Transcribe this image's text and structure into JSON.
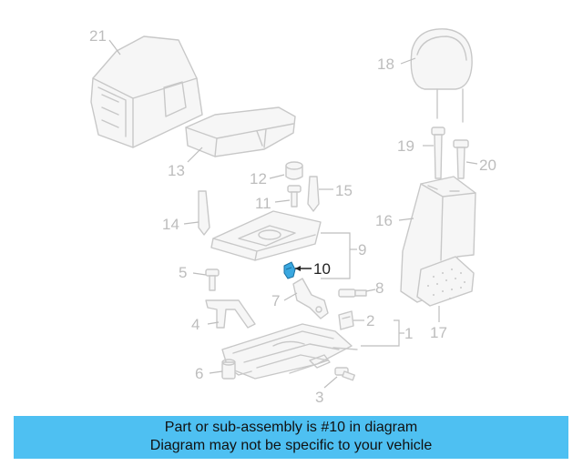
{
  "diagram": {
    "callouts": [
      {
        "id": "21",
        "label": "21"
      },
      {
        "id": "13",
        "label": "13"
      },
      {
        "id": "18",
        "label": "18"
      },
      {
        "id": "19",
        "label": "19"
      },
      {
        "id": "20",
        "label": "20"
      },
      {
        "id": "12",
        "label": "12"
      },
      {
        "id": "11",
        "label": "11"
      },
      {
        "id": "15",
        "label": "15"
      },
      {
        "id": "14",
        "label": "14"
      },
      {
        "id": "16",
        "label": "16"
      },
      {
        "id": "9",
        "label": "9"
      },
      {
        "id": "10",
        "label": "10"
      },
      {
        "id": "5",
        "label": "5"
      },
      {
        "id": "8",
        "label": "8"
      },
      {
        "id": "7",
        "label": "7"
      },
      {
        "id": "17",
        "label": "17"
      },
      {
        "id": "4",
        "label": "4"
      },
      {
        "id": "2",
        "label": "2"
      },
      {
        "id": "1",
        "label": "1"
      },
      {
        "id": "6",
        "label": "6"
      },
      {
        "id": "3",
        "label": "3"
      }
    ],
    "highlight_color": "#3aa8e0"
  },
  "banner": {
    "line1": "Part or sub-assembly is #10 in diagram",
    "line2": "Diagram may not be specific to your vehicle",
    "background": "#4ec0f2"
  }
}
